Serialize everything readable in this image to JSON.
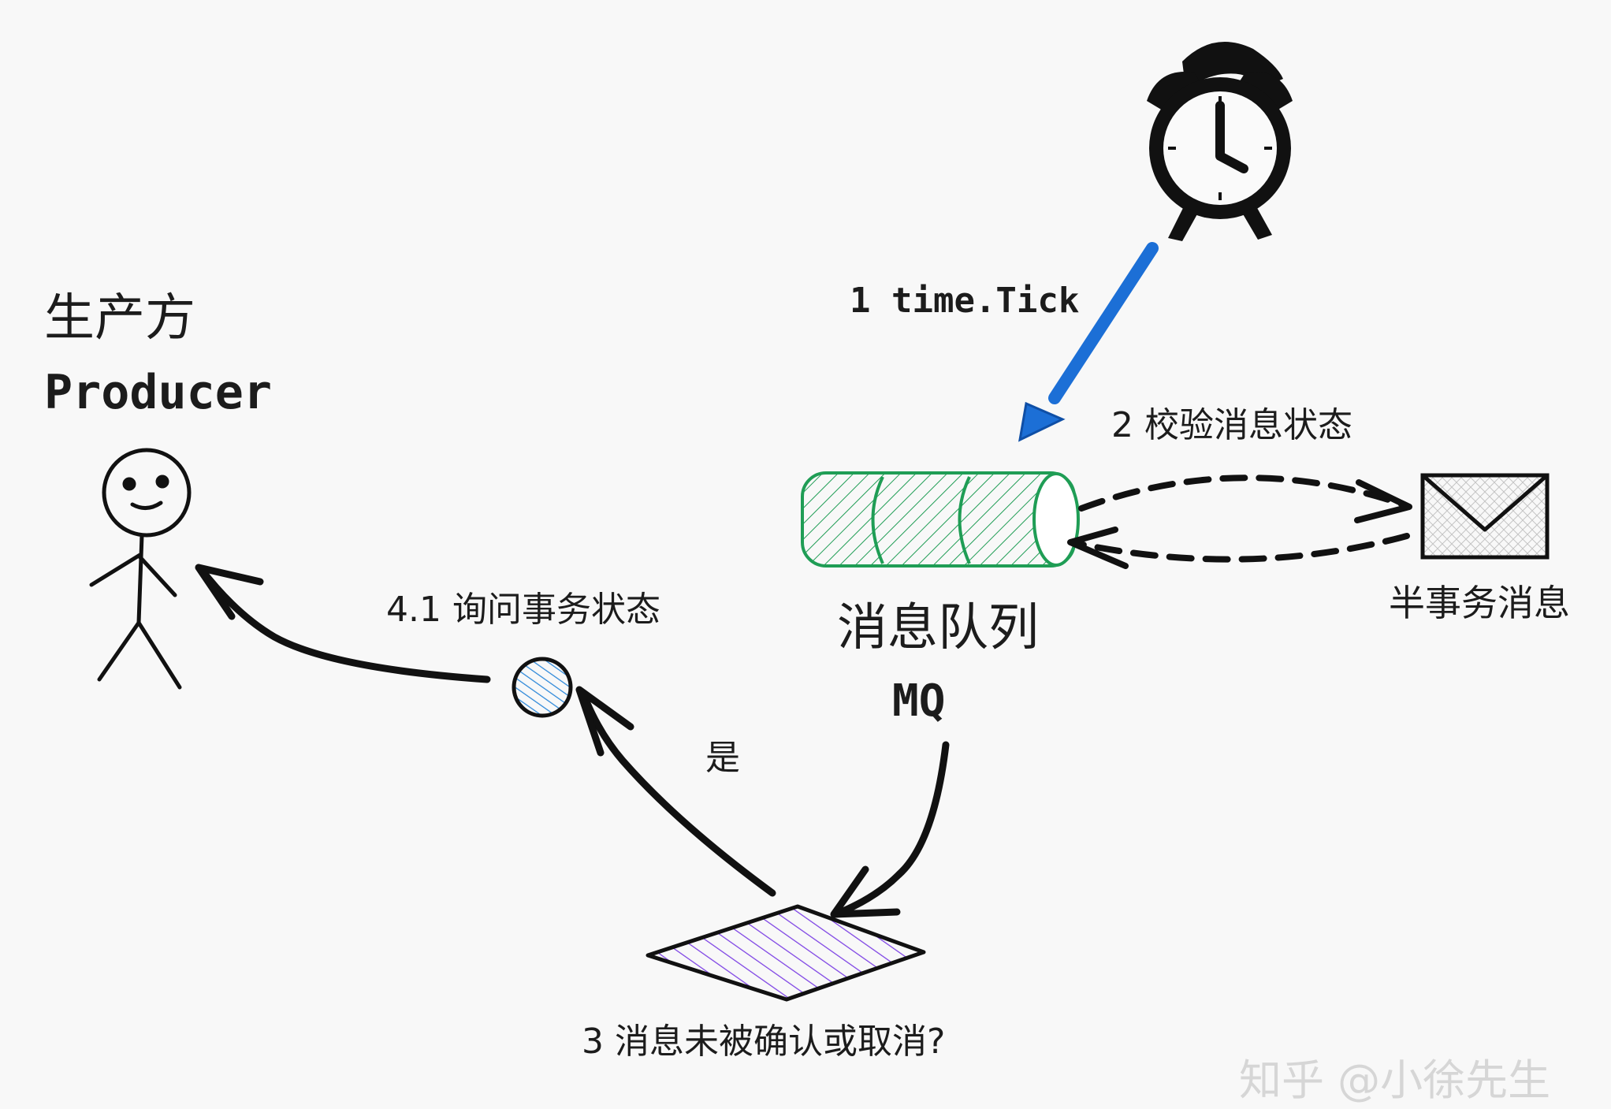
{
  "producer": {
    "title_cn": "生产方",
    "title_en": "Producer"
  },
  "mq": {
    "title_cn": "消息队列",
    "title_en": "MQ"
  },
  "half_message": {
    "label": "半事务消息"
  },
  "steps": {
    "step1": "1 time.Tick",
    "step2": "2 校验消息状态",
    "step3": "3 消息未被确认或取消?",
    "step4_1": "4.1 询问事务状态",
    "yes": "是"
  },
  "watermark": "知乎 @小徐先生",
  "colors": {
    "ink": "#111111",
    "blue_arrow": "#1c6fd6",
    "queue_green": "#1f9d55",
    "decision_purple": "#7b3fe4",
    "node_blue": "#2a86d8"
  },
  "icons": [
    "alarm-clock-icon",
    "stick-figure-icon",
    "envelope-icon",
    "queue-cylinder-icon",
    "decision-diamond-icon",
    "circle-node-icon"
  ]
}
